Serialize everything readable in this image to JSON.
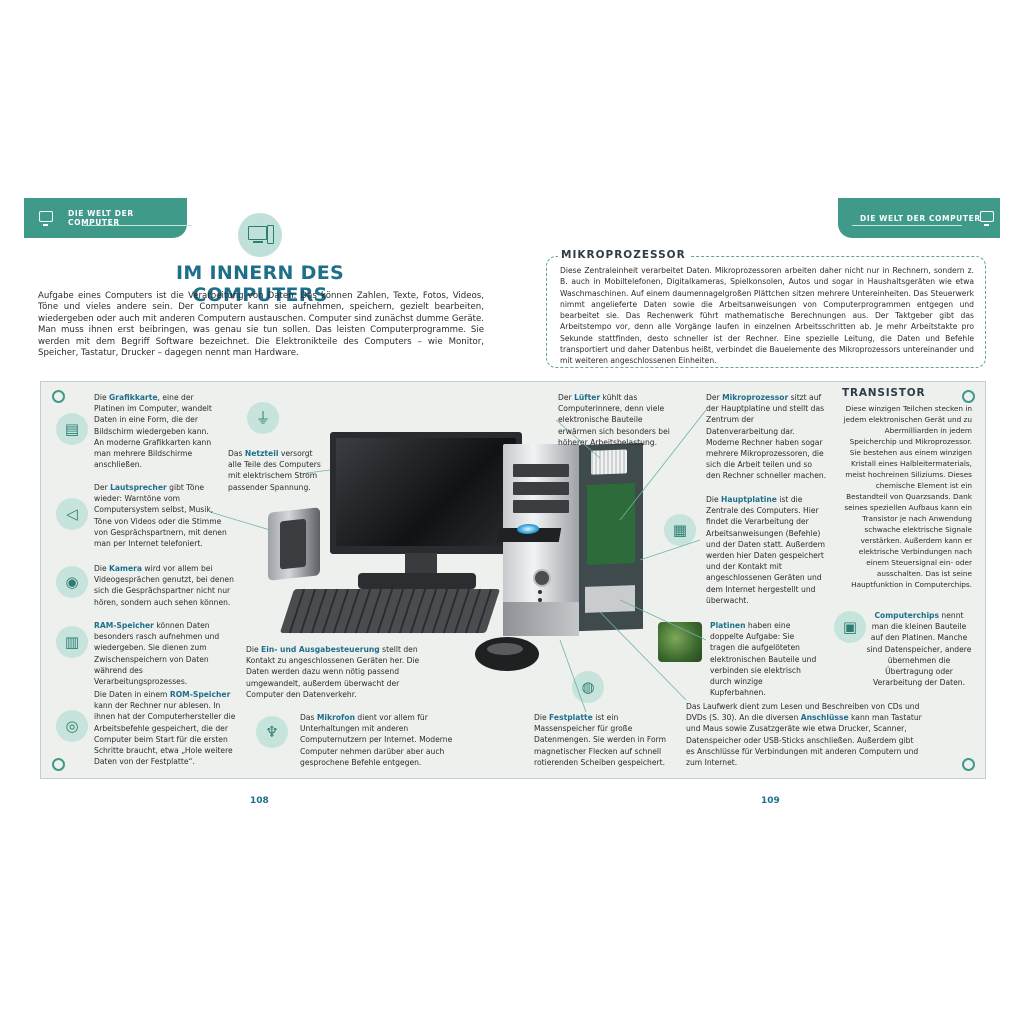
{
  "header": {
    "left_tab": "DIE WELT DER COMPUTER",
    "right_tab": "DIE WELT DER COMPUTER"
  },
  "left_page": {
    "title": "IM INNERN DES COMPUTERS",
    "intro": "Aufgabe eines Computers ist die Verarbeitung von Daten. Das können Zahlen, Texte, Fotos, Videos, Töne und vieles andere sein. Der Computer kann sie aufnehmen, speichern, gezielt bearbeiten, wiedergeben oder auch mit anderen Computern austauschen. Computer sind zunächst dumme Geräte. Man muss ihnen erst beibringen, was genau sie tun sollen. Das leisten Computerprogramme. Sie werden mit dem Begriff Software bezeichnet. Die Elektronikteile des Computers – wie Monitor, Speicher, Tastatur, Drucker – dagegen nennt man Hardware."
  },
  "mikroprozessor_box": {
    "title": "MIKROPROZESSOR",
    "text": "Diese Zentraleinheit verarbeitet Daten. Mikroprozessoren arbeiten daher nicht nur in Rechnern, sondern z. B. auch in Mobiltelefonen, Digitalkameras, Spielkonsolen, Autos und sogar in Haushaltsgeräten wie etwa Waschmaschinen. Auf einem daumennagelgroßen Plättchen sitzen mehrere Untereinheiten. Das Steuerwerk nimmt angelieferte Daten sowie die Arbeitsanweisungen von Computerprogrammen entgegen und bearbeitet sie. Das Rechenwerk führt mathematische Berechnungen aus. Der Taktgeber gibt das Arbeitstempo vor, denn alle Vorgänge laufen in einzelnen Arbeitsschritten ab. Je mehr Arbeitstakte pro Sekunde stattfinden, desto schneller ist der Rechner. Eine spezielle Leitung, die Daten und Befehle transportiert und daher Datenbus heißt, verbindet die Bauelemente des Mikroprozessors untereinander und mit weiteren angeschlossenen Einheiten."
  },
  "labels": {
    "grafikkarte": {
      "pre": "Die ",
      "term": "Grafikkarte",
      "post": ", eine der Platinen im Computer, wandelt Daten in eine Form, die der Bildschirm wiedergeben kann. An moderne Grafikkarten kann man mehrere Bildschirme anschließen."
    },
    "netzteil": {
      "pre": "Das ",
      "term": "Netzteil",
      "post": " versorgt alle Teile des Computers mit elektrischem Strom passender Spannung."
    },
    "lautsprecher": {
      "pre": "Der ",
      "term": "Lautsprecher",
      "post": " gibt Töne wieder: Warntöne vom Computersystem selbst, Musik, Töne von Videos oder die Stimme von Gesprächspartnern, mit denen man per Internet telefoniert."
    },
    "kamera": {
      "pre": "Die ",
      "term": "Kamera",
      "post": " wird vor allem bei Videogesprächen genutzt, bei denen sich die Gesprächspartner nicht nur hören, sondern auch sehen können."
    },
    "ram": {
      "pre": "",
      "term": "RAM-Speicher",
      "post": " können Daten besonders rasch aufnehmen und wiedergeben. Sie dienen zum Zwischenspeichern von Daten während des Verarbeitungsprozesses."
    },
    "rom": {
      "pre": "Die Daten in einem ",
      "term": "ROM-Speicher",
      "post": " kann der Rechner nur ablesen. In ihnen hat der Computerhersteller die Arbeitsbefehle gespeichert, die der Computer beim Start für die ersten Schritte braucht, etwa „Hole weitere Daten von der Festplatte“."
    },
    "ein_ausgabe": {
      "pre": "Die ",
      "term": "Ein- und Ausgabesteuerung",
      "post": " stellt den Kontakt zu angeschlossenen Geräten her. Die Daten werden dazu wenn nötig passend umgewandelt, außerdem überwacht der Computer den Datenverkehr."
    },
    "mikrofon": {
      "pre": "Das ",
      "term": "Mikrofon",
      "post": " dient vor allem für Unterhaltungen mit anderen Computernutzern per Internet. Moderne Computer nehmen darüber aber auch gesprochene Befehle entgegen."
    },
    "luefter": {
      "pre": "Der ",
      "term": "Lüfter",
      "post": " kühlt das Computerinnere, denn viele elektronische Bauteile erwärmen sich besonders bei höherer Arbeitsbelastung."
    },
    "mikroprozessor": {
      "pre": "Der ",
      "term": "Mikroprozessor",
      "post": " sitzt auf der Hauptplatine und stellt das Zentrum der Datenverarbeitung dar. Moderne Rechner haben sogar mehrere Mikroprozessoren, die sich die Arbeit teilen und so den Rechner schneller machen."
    },
    "hauptplatine": {
      "pre": "Die ",
      "term": "Hauptplatine",
      "post": " ist die Zentrale des Computers. Hier findet die Verarbeitung der Arbeitsanweisungen (Befehle) und der Daten statt. Außerdem werden hier Daten gespeichert und der Kontakt mit angeschlossenen Geräten und dem Internet hergestellt und überwacht."
    },
    "platinen": {
      "pre": "",
      "term": "Platinen",
      "post": " haben eine doppelte Aufgabe: Sie tragen die aufgelöteten elektronischen Bauteile und verbinden sie elektrisch durch winzige Kupferbahnen."
    },
    "festplatte": {
      "pre": "Die ",
      "term": "Festplatte",
      "post": " ist ein Massenspeicher für große Datenmengen. Sie werden in Form magnetischer Flecken auf schnell rotierenden Scheiben gespeichert."
    },
    "laufwerk": {
      "pre": "Das Laufwerk dient zum Lesen und Beschreiben von CDs und DVDs (S. 30). An die diversen ",
      "term": "Anschlüsse",
      "post": " kann man Tastatur und Maus sowie Zusatzgeräte wie etwa Drucker, Scanner, Datenspeicher oder USB-Sticks anschließen. Außerdem gibt es Anschlüsse für Verbindungen mit anderen Computern und zum Internet."
    },
    "computerchips": {
      "pre": "",
      "term": "Computerchips",
      "post": " nennt man die kleinen Bauteile auf den Platinen. Manche sind Datenspeicher, andere übernehmen die Übertragung oder Verarbeitung der Daten."
    }
  },
  "transistor": {
    "title": "TRANSISTOR",
    "text": "Diese winzigen Teilchen stecken in jedem elektronischen Gerät und zu Abermilliarden in jedem Speicherchip und Mikroprozessor. Sie bestehen aus einem winzigen Kristall eines Halbleitermaterials, meist hochreinen Siliziums. Dieses chemische Element ist ein Bestandteil von Quarzsands. Dank seines speziellen Aufbaus kann ein Transistor je nach Anwendung schwache elektrische Signale verstärken. Außerdem kann er elektrische Verbindungen nach einem Steuersignal ein- oder ausschalten. Das ist seine Hauptfunktion in Computerchips."
  },
  "icons": [
    "graphics-card-icon",
    "plug-icon",
    "speaker-icon",
    "camera-icon",
    "ram-icon",
    "disc-icon",
    "microphone-icon",
    "circuit-icon",
    "harddisk-icon",
    "chip-icon"
  ],
  "footer": {
    "left_page_number": "108",
    "right_page_number": "109"
  },
  "colors": {
    "accent": "#3f9a8a",
    "title": "#1f6f8a",
    "icon_bg": "#c6e3dc"
  }
}
